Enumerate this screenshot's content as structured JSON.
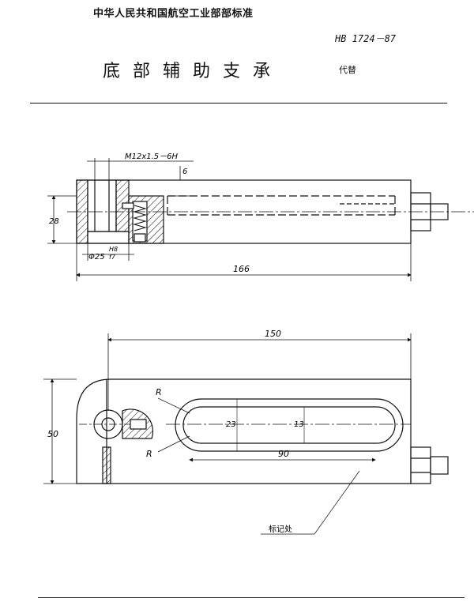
{
  "header": {
    "org": "中华人民共和国航空工业部部标准",
    "standard_no": "HB 1724－87",
    "title": "底部辅助支承",
    "replaces": "代替"
  },
  "drawing": {
    "thread_spec": "M12x1.5－6H",
    "dim_6": "6",
    "dim_28": "28",
    "dia_fit": "Φ25",
    "fit_upper": "H8",
    "fit_lower": "f7",
    "dim_166": "166",
    "dim_150": "150",
    "dim_50": "50",
    "radius_top": "R",
    "radius_bottom": "R",
    "dim_23": "23",
    "dim_13": "13",
    "dim_90": "90",
    "mark_note": "标记处"
  }
}
